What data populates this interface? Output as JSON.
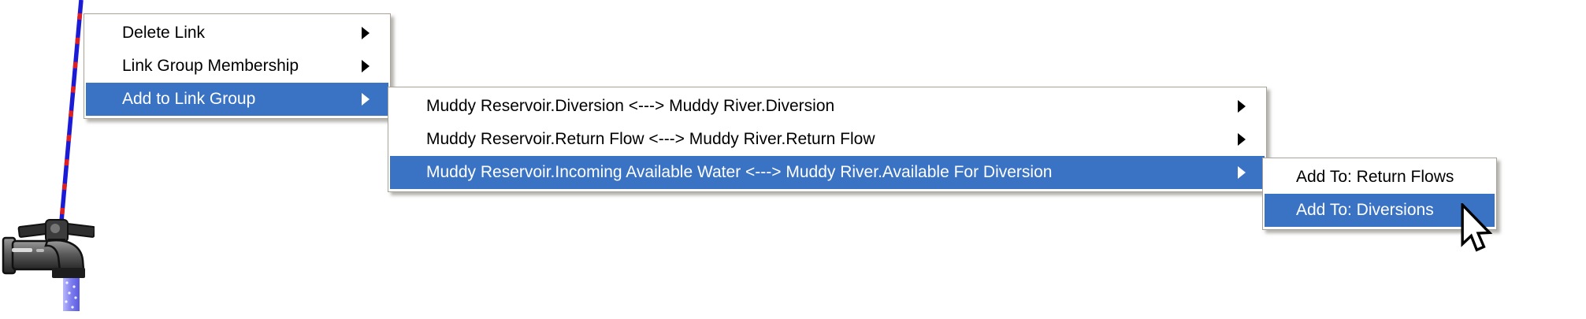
{
  "colors": {
    "menu_highlight": "#3b73c4",
    "menu_background": "#ffffff",
    "menu_border": "#a7a397",
    "menu_text": "#000000",
    "menu_highlight_text": "#ffffff",
    "link_line_blue": "#1b1bd6",
    "link_line_red": "#e02020",
    "water_blue": "#8585ee"
  },
  "canvas": {
    "object_icon": "water-faucet-icon",
    "link": "link-line"
  },
  "menus": {
    "link_menu": {
      "items": [
        {
          "label": "Delete Link",
          "has_submenu": true,
          "highlighted": false
        },
        {
          "label": "Link Group Membership",
          "has_submenu": true,
          "highlighted": false
        },
        {
          "label": "Add to Link Group",
          "has_submenu": true,
          "highlighted": true
        }
      ]
    },
    "links_submenu": {
      "items": [
        {
          "label": "Muddy Reservoir.Diversion <---> Muddy River.Diversion",
          "has_submenu": true,
          "highlighted": false
        },
        {
          "label": "Muddy Reservoir.Return Flow <---> Muddy River.Return Flow",
          "has_submenu": true,
          "highlighted": false
        },
        {
          "label": "Muddy Reservoir.Incoming Available Water <---> Muddy River.Available For Diversion",
          "has_submenu": true,
          "highlighted": true
        }
      ]
    },
    "group_submenu": {
      "items": [
        {
          "label": "Add To: Return Flows",
          "has_submenu": false,
          "highlighted": false
        },
        {
          "label": "Add To: Diversions",
          "has_submenu": false,
          "highlighted": true
        }
      ]
    }
  },
  "cursor": {
    "type": "arrow-pointer"
  }
}
